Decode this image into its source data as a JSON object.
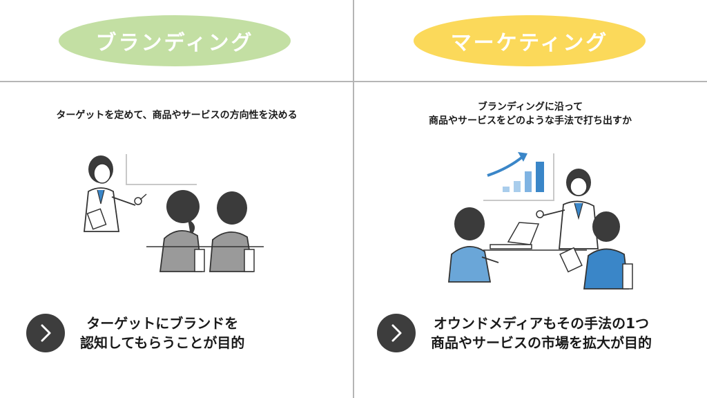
{
  "left": {
    "title": "ブランディング",
    "description": "ターゲットを定めて、商品やサービスの方向性を決める",
    "goal_line1": "ターゲットにブランドを",
    "goal_line2": "認知してもらうことが目的"
  },
  "right": {
    "title": "マーケティング",
    "description_line1": "ブランディングに沿って",
    "description_line2": "商品やサービスをどのような手法で打ち出すか",
    "goal_line1": "オウンドメディアもその手法の1つ",
    "goal_line2": "商品やサービスの市場を拡大が目的"
  },
  "colors": {
    "branding_pill": "#c3dfa3",
    "marketing_pill": "#fbd95a",
    "button": "#3d3d3d",
    "divider": "#b5b5b5",
    "accent_blue": "#3a86c8"
  },
  "icons": {
    "cta": "chevron-right-icon"
  }
}
